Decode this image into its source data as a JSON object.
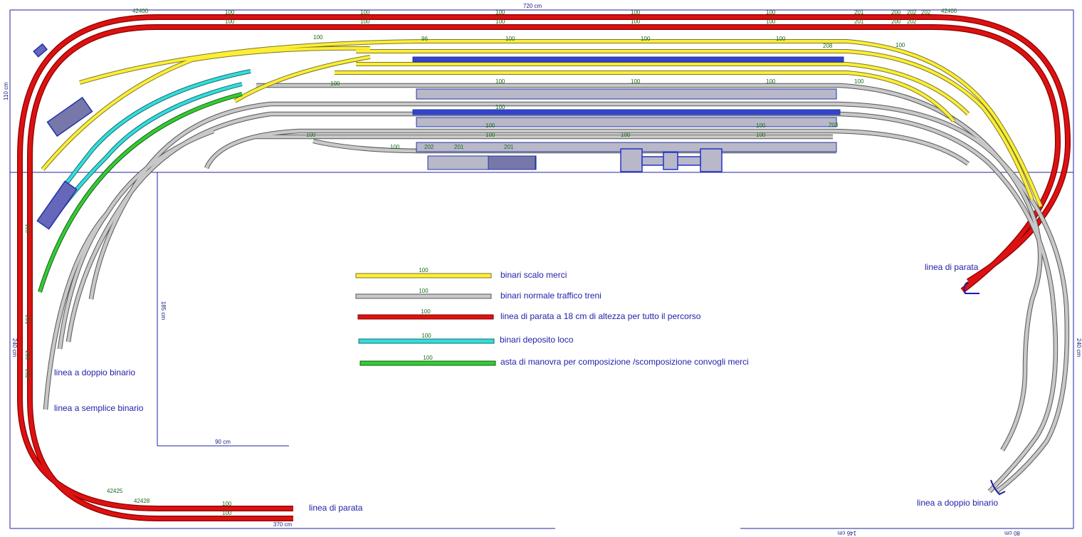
{
  "dimensions": {
    "top_width": "720 cm",
    "left_height": "110 cm",
    "inner_height": "185 cm",
    "inner_width": "90 cm",
    "bottom_width": "370 cm",
    "left_side": "240 cm",
    "right_side": "240 cm",
    "bottom_right_1": "146 cm",
    "bottom_right_2": "80 cm"
  },
  "legend": [
    {
      "name": "yellow-track",
      "color": "#ffee33",
      "number": "100",
      "text": "binari scalo merci"
    },
    {
      "name": "grey-track",
      "color": "#c8c8c8",
      "number": "100",
      "text": "binari normale traffico treni"
    },
    {
      "name": "red-track",
      "color": "#dd1111",
      "number": "100",
      "text": "linea di parata a 18 cm di altezza per tutto il percorso"
    },
    {
      "name": "cyan-track",
      "color": "#33dddd",
      "number": "100",
      "text": "binari deposito loco"
    },
    {
      "name": "green-track",
      "color": "#33cc33",
      "number": "100",
      "text": "asta di manovra per composizione /scomposizione convogli merci"
    }
  ],
  "labels": {
    "double_left": "linea a doppio binario",
    "single_left": "linea a semplice binario",
    "parade_bottom": "linea di parata",
    "parade_right": "linea di parata",
    "double_right": "linea a doppio binario"
  },
  "track_numbers": {
    "red_top": [
      "100",
      "100",
      "100",
      "100",
      "100",
      "201",
      "200",
      "202",
      "202"
    ],
    "red_top2": [
      "100",
      "100",
      "100",
      "100",
      "100",
      "201",
      "200",
      "202"
    ],
    "yellow_top": [
      "96",
      "100",
      "100",
      "100",
      "100",
      "208",
      "100"
    ],
    "grey_mid": [
      "100",
      "100",
      "100",
      "100",
      "100",
      "100"
    ],
    "grey_low": [
      "100",
      "100",
      "100",
      "100",
      "100",
      "100",
      "203"
    ],
    "grey_bottom": [
      "100",
      "202",
      "201",
      "201"
    ],
    "red_bottom": [
      "100",
      "100"
    ],
    "left_vertical": [
      "100",
      "201",
      "200",
      "202"
    ],
    "curve_codes": [
      "42400",
      "42425",
      "42428"
    ]
  }
}
